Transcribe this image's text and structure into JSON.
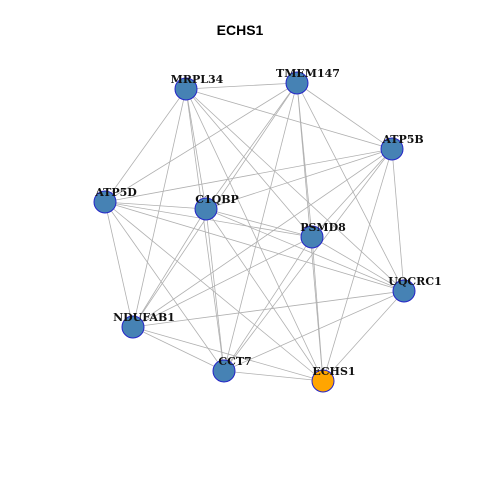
{
  "title": "ECHS1",
  "colors": {
    "node_default": "#4682b4",
    "node_highlight": "#ffa500",
    "node_border": "#2424c8",
    "edge": "#b0b0b0"
  },
  "nodes": [
    {
      "id": "MRPL34",
      "label": "MRPL34",
      "highlight": false
    },
    {
      "id": "TMEM147",
      "label": "TMEM147",
      "highlight": false
    },
    {
      "id": "ATP5B",
      "label": "ATP5B",
      "highlight": false
    },
    {
      "id": "ATP5D",
      "label": "ATP5D",
      "highlight": false
    },
    {
      "id": "C1QBP",
      "label": "C1QBP",
      "highlight": false
    },
    {
      "id": "PSMD8",
      "label": "PSMD8",
      "highlight": false
    },
    {
      "id": "UQCRC1",
      "label": "UQCRC1",
      "highlight": false
    },
    {
      "id": "NDUFAB1",
      "label": "NDUFAB1",
      "highlight": false
    },
    {
      "id": "CCT7",
      "label": "CCT7",
      "highlight": false
    },
    {
      "id": "ECHS1",
      "label": "ECHS1",
      "highlight": true
    }
  ],
  "edges": [
    [
      "MRPL34",
      "TMEM147"
    ],
    [
      "MRPL34",
      "ATP5B"
    ],
    [
      "MRPL34",
      "ATP5D"
    ],
    [
      "MRPL34",
      "C1QBP"
    ],
    [
      "MRPL34",
      "PSMD8"
    ],
    [
      "MRPL34",
      "UQCRC1"
    ],
    [
      "MRPL34",
      "NDUFAB1"
    ],
    [
      "MRPL34",
      "CCT7"
    ],
    [
      "MRPL34",
      "ECHS1"
    ],
    [
      "TMEM147",
      "ATP5B"
    ],
    [
      "TMEM147",
      "ATP5D"
    ],
    [
      "TMEM147",
      "C1QBP"
    ],
    [
      "TMEM147",
      "PSMD8"
    ],
    [
      "TMEM147",
      "UQCRC1"
    ],
    [
      "TMEM147",
      "NDUFAB1"
    ],
    [
      "TMEM147",
      "CCT7"
    ],
    [
      "TMEM147",
      "ECHS1"
    ],
    [
      "ATP5B",
      "ATP5D"
    ],
    [
      "ATP5B",
      "C1QBP"
    ],
    [
      "ATP5B",
      "PSMD8"
    ],
    [
      "ATP5B",
      "UQCRC1"
    ],
    [
      "ATP5B",
      "NDUFAB1"
    ],
    [
      "ATP5B",
      "CCT7"
    ],
    [
      "ATP5B",
      "ECHS1"
    ],
    [
      "ATP5D",
      "C1QBP"
    ],
    [
      "ATP5D",
      "PSMD8"
    ],
    [
      "ATP5D",
      "UQCRC1"
    ],
    [
      "ATP5D",
      "NDUFAB1"
    ],
    [
      "ATP5D",
      "CCT7"
    ],
    [
      "ATP5D",
      "ECHS1"
    ],
    [
      "C1QBP",
      "PSMD8"
    ],
    [
      "C1QBP",
      "UQCRC1"
    ],
    [
      "C1QBP",
      "NDUFAB1"
    ],
    [
      "C1QBP",
      "CCT7"
    ],
    [
      "C1QBP",
      "ECHS1"
    ],
    [
      "PSMD8",
      "UQCRC1"
    ],
    [
      "PSMD8",
      "NDUFAB1"
    ],
    [
      "PSMD8",
      "CCT7"
    ],
    [
      "PSMD8",
      "ECHS1"
    ],
    [
      "UQCRC1",
      "NDUFAB1"
    ],
    [
      "UQCRC1",
      "CCT7"
    ],
    [
      "UQCRC1",
      "ECHS1"
    ],
    [
      "NDUFAB1",
      "CCT7"
    ],
    [
      "NDUFAB1",
      "ECHS1"
    ],
    [
      "CCT7",
      "ECHS1"
    ]
  ]
}
